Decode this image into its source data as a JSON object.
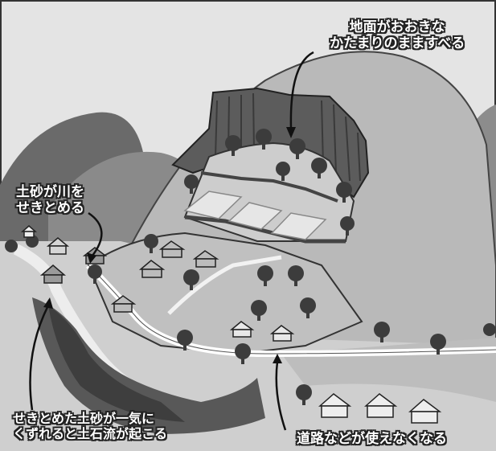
{
  "callouts": {
    "top": {
      "line1": "地面がおおきな",
      "line2": "かたまりのまますべる"
    },
    "river": {
      "line1": "土砂が川を",
      "line2": "せきとめる"
    },
    "debris": {
      "line1": "せきとめた土砂が一気に",
      "line2": "くずれると土石流が起こる"
    },
    "road": {
      "text": "道路などが使えなくなる"
    }
  },
  "colors": {
    "sky": "#e6e6e6",
    "hill_light": "#b8b8b8",
    "hill_dark": "#686868",
    "slope": "#c9c9c9",
    "cliff": "#5a5a5a",
    "tree": "#3c3c3c",
    "outline": "#222222"
  }
}
